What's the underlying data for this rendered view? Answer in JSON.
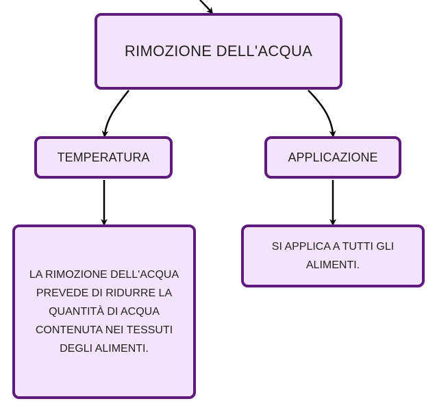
{
  "colors": {
    "node_fill": "#f4e4fb",
    "node_border": "#5e1a7c",
    "connector": "#000000"
  },
  "nodes": {
    "root": {
      "label": "RIMOZIONE DELL'ACQUA"
    },
    "temperatura": {
      "label": "TEMPERATURA"
    },
    "applicazione": {
      "label": "APPLICAZIONE"
    },
    "temperatura_desc": {
      "text": "LA RIMOZIONE DELL'ACQUA PREVEDE DI RIDURRE LA QUANTITÀ DI ACQUA CONTENUTA NEI TESSUTI DEGLI ALIMENTI."
    },
    "applicazione_desc": {
      "text": "SI APPLICA A TUTTI GLI ALIMENTI."
    }
  }
}
